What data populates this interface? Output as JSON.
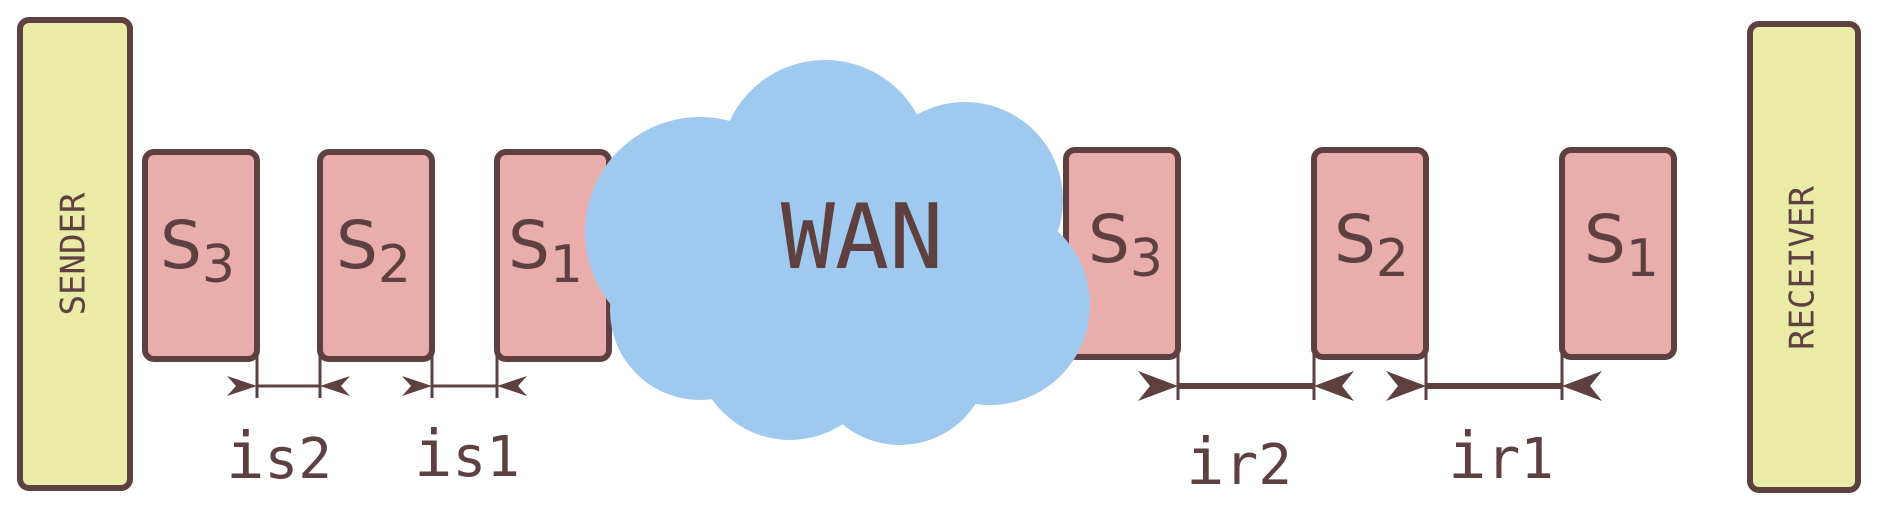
{
  "colors": {
    "stroke": "#5e4040",
    "endpoint_fill": "#e9eba7",
    "packet_fill": "#e9aeab",
    "cloud_fill": "#a0c9f0",
    "text": "#5e4040"
  },
  "sender": {
    "label": "SENDER"
  },
  "receiver": {
    "label": "RECEIVER"
  },
  "wan": {
    "label": "WAN"
  },
  "sender_packets": [
    {
      "base": "S",
      "sub": "3"
    },
    {
      "base": "S",
      "sub": "2"
    },
    {
      "base": "S",
      "sub": "1"
    }
  ],
  "receiver_packets": [
    {
      "base": "S",
      "sub": "3"
    },
    {
      "base": "S",
      "sub": "2"
    },
    {
      "base": "S",
      "sub": "1"
    }
  ],
  "intervals": {
    "is2": {
      "base": "i",
      "sub": "s2"
    },
    "is1": {
      "base": "i",
      "sub": "s1"
    },
    "ir2": {
      "base": "i",
      "sub": "r2"
    },
    "ir1": {
      "base": "i",
      "sub": "r1"
    }
  }
}
